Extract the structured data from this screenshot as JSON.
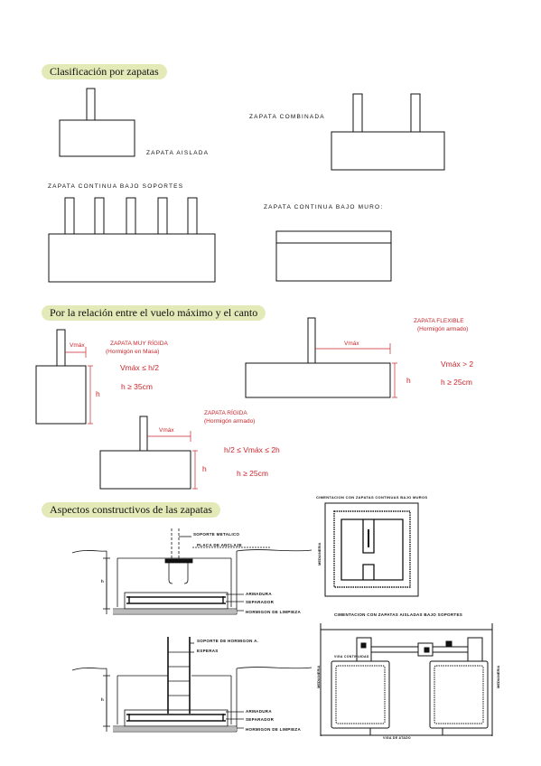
{
  "sections": {
    "clasificacion": "Clasificación por zapatas",
    "relacion": "Por la relación entre el vuelo máximo y el canto",
    "aspectos": "Aspectos constructivos de las zapatas"
  },
  "zapatas": {
    "aislada": "ZAPATA AISLADA",
    "combinada": "ZAPATA COMBINADA",
    "continua_soportes": "ZAPATA CONTINUA BAJO SOPORTES",
    "continua_muro": "ZAPATA CONTINUA BAJO MURO:"
  },
  "relacion": {
    "muy_rigida": {
      "vmax": "Vmáx",
      "title": "ZAPATA MUY RÍGIDA",
      "sub": "(Hormigón en Masa)",
      "cond1": "Vmáx ≤ h/2",
      "cond2": "h ≥ 35cm",
      "h": "h"
    },
    "flexible": {
      "vmax": "Vmáx",
      "title": "ZAPATA FLEXIBLE",
      "sub": "(Hormigón armado)",
      "cond1": "Vmáx > 2",
      "cond2": "h ≥ 25cm",
      "h": "h"
    },
    "rigida": {
      "vmax": "Vmáx",
      "title": "ZAPATA RÍGIDA",
      "sub": "(Hormigón armado)",
      "cond1": "h/2 ≤ Vmáx ≤ 2h",
      "cond2": "h ≥ 25cm",
      "h": "h"
    }
  },
  "constructivos": {
    "top": {
      "soporte": "SOPORTE METALICO",
      "placa": "PLACA DE ANCLAJE",
      "armadura": "ARMADURA",
      "separador": "SEPARADOR",
      "limpieza": "HORMIGON DE LIMPIEZA",
      "h": "h"
    },
    "bottom": {
      "soporte": "SOPORTE DE HORMIGON A.",
      "esperas": "ESPERAS",
      "armadura": "ARMADURA",
      "separador": "SEPARADOR",
      "limpieza": "HORMIGON DE LIMPIEZA",
      "h": "h"
    },
    "plan_muros": {
      "title": "CIMENTACION CON ZAPATAS CONTINUAS BAJO MUROS",
      "side": "MEDIANERIA"
    },
    "plan_aisladas": {
      "title": "CIMENTACION CON ZAPATAS AISLADAS BAJO SOPORTES",
      "viga_cont": "VIGA CONTINUIDAD",
      "viga_atado": "VIGA DE ATADO",
      "side_left": "MEDIANERIA",
      "side_right": "MEDIANERIA"
    }
  }
}
